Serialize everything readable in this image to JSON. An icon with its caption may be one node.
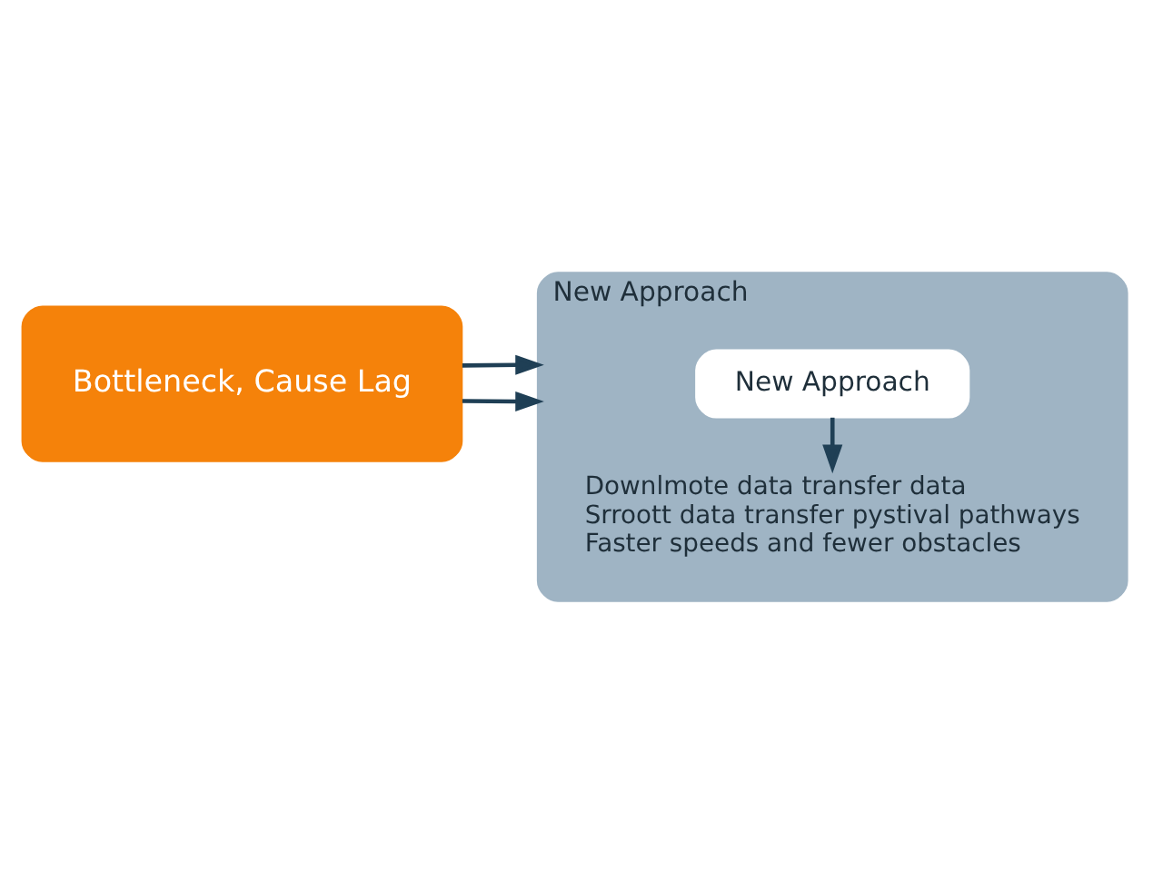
{
  "diagram": {
    "nodes": [
      {
        "text": [
          "Bottleneck, Cause Lag"
        ]
      },
      {
        "text": [
          "New Approach"
        ]
      },
      {
        "text": [
          "New Approach"
        ],
        "in": 1
      },
      {
        "text": [
          "Downlmote data transfer data",
          "Srroott data transfer pystival pathways",
          "Faster speeds and fewer obstacles"
        ],
        "in": 1
      }
    ],
    "edges": [
      {
        "from": 0,
        "to": 1,
        "arrow": "to"
      },
      {
        "from": 0,
        "to": 1,
        "arrow": "to"
      },
      {
        "from": 2,
        "to": 3,
        "arrow": "to"
      }
    ]
  }
}
